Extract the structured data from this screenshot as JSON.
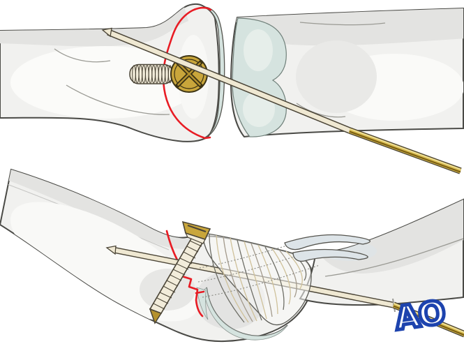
{
  "logo": {
    "text": "AO",
    "color": "#1d43ae"
  },
  "illustration": {
    "background": "#ffffff",
    "panels": [
      {
        "id": "top-view",
        "implants": [
          "lag-screw-cross-head",
          "k-wire"
        ],
        "annotations": [
          "fracture-line",
          "articular-cartilage"
        ]
      },
      {
        "id": "bottom-view",
        "implants": [
          "countersunk-lag-screw",
          "k-wire"
        ],
        "annotations": [
          "fracture-line",
          "condylar-cartilage",
          "collateral-ligament-fan",
          "extensor-tendon"
        ]
      }
    ],
    "colors": {
      "bone_fill": "#f1f1ef",
      "bone_shade": "#e3e3e1",
      "bone_shadow": "#d9d9d7",
      "outline": "#4a4a46",
      "contour_line": "#9a9a94",
      "cartilage": "#d5e3df",
      "cartilage_light": "#e6eeea",
      "fracture_red": "#e81c24",
      "wire_cream": "#efe8d2",
      "wire_gold": "#d9bc4e",
      "wire_gold_dark": "#7a5e12",
      "wire_gold_highlight": "#f2e6a8",
      "implant_gold": "#c9a63b",
      "implant_gold_bright": "#e2c654",
      "ligament_tan": "#cfc19a",
      "ligament_gray": "#a39a8c",
      "ligament_dark": "#6e6e66",
      "tendon_blue_gray": "#dde4e8"
    }
  }
}
